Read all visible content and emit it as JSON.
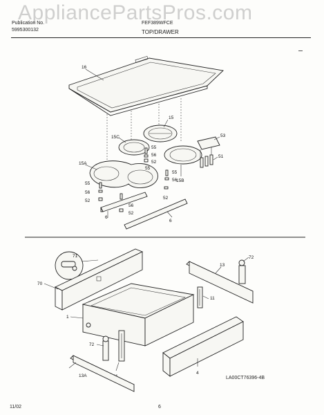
{
  "header": {
    "watermark": "AppliancePartsPros.com",
    "publication_label": "Publication No.",
    "publication_number": "5995300132",
    "model": "FEF389WFCE",
    "section_title": "TOP/DRAWER"
  },
  "callouts": {
    "top_16": "16",
    "elem_15": "15",
    "elem_15c": "15C",
    "elem_15a": "15A",
    "elem_15b": "15B",
    "bracket_53": "53",
    "switch_51": "51",
    "screw_55_a": "55",
    "screw_56_a": "56",
    "nut_52_a": "52",
    "screw_55_b": "55",
    "screw_56_b": "56",
    "nut_52_b": "52",
    "screw_55_c": "55",
    "screw_56_c": "56",
    "nut_52_c": "52",
    "screw_55_d": "55",
    "screw_56_d": "56",
    "nut_52_d": "52",
    "rail_6_left": "6",
    "rail_6_right": "6",
    "roller_71": "71",
    "rail_70": "70",
    "rail_13": "13",
    "roller_72_right": "72",
    "bracket_11_right": "11",
    "drawer_1": "1",
    "roller_72_left": "72",
    "bracket_11_left": "11",
    "rail_13a": "13A",
    "panel_4": "4"
  },
  "footer": {
    "drawing_code": "LA00CT76396-4B",
    "date": "11/02",
    "page": "6"
  }
}
